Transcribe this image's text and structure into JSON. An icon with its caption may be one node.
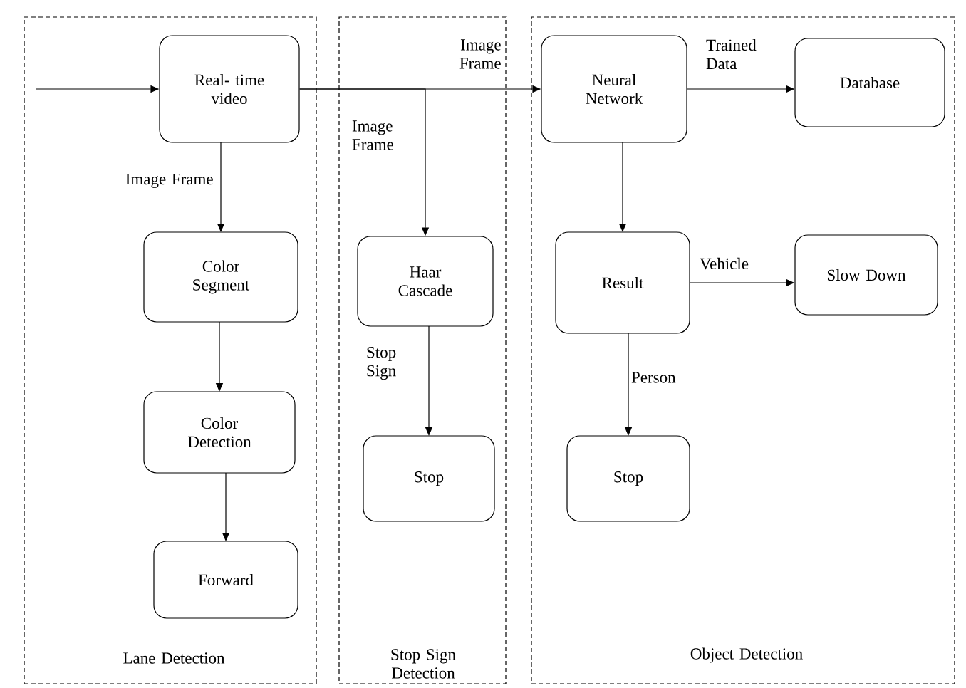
{
  "diagram": {
    "nodes": [
      {
        "text": [
          "Lane Detection"
        ]
      },
      {
        "text": [
          "Real- time video"
        ],
        "in": 0
      },
      {
        "text": [
          "Color Segment"
        ],
        "in": 0
      },
      {
        "text": [
          "Color Detection"
        ],
        "in": 0
      },
      {
        "text": [
          "Forward"
        ],
        "in": 0
      },
      {
        "text": [
          "Stop Sign Detection"
        ]
      },
      {
        "text": [
          "Haar Cascade"
        ],
        "in": 5
      },
      {
        "text": [
          "Stop"
        ],
        "in": 5
      },
      {
        "text": [
          "Object Detection"
        ]
      },
      {
        "text": [
          "Neural Network"
        ],
        "in": 8
      },
      {
        "text": [
          "Database"
        ],
        "in": 8
      },
      {
        "text": [
          "Result"
        ],
        "in": 8
      },
      {
        "text": [
          "Slow Down"
        ],
        "in": 8
      },
      {
        "text": [
          "Stop"
        ],
        "in": 8
      }
    ],
    "edges": [
      {
        "from": null,
        "to": 1,
        "arrow": "to"
      },
      {
        "from": 1,
        "to": 9,
        "arrow": "to",
        "label": "Image Frame"
      },
      {
        "from": 1,
        "to": 6,
        "arrow": "to",
        "label": "Image Frame"
      },
      {
        "from": 1,
        "to": 2,
        "arrow": "to",
        "label": "Image Frame"
      },
      {
        "from": 2,
        "to": 3,
        "arrow": "to"
      },
      {
        "from": 3,
        "to": 4,
        "arrow": "to"
      },
      {
        "from": 6,
        "to": 7,
        "arrow": "to",
        "label": "Stop Sign"
      },
      {
        "from": 9,
        "to": 10,
        "arrow": "to",
        "label": "Trained Data"
      },
      {
        "from": 9,
        "to": 11,
        "arrow": "to"
      },
      {
        "from": 11,
        "to": 12,
        "arrow": "to",
        "label": "Vehicle"
      },
      {
        "from": 11,
        "to": 13,
        "arrow": "to",
        "label": "Person"
      }
    ]
  }
}
